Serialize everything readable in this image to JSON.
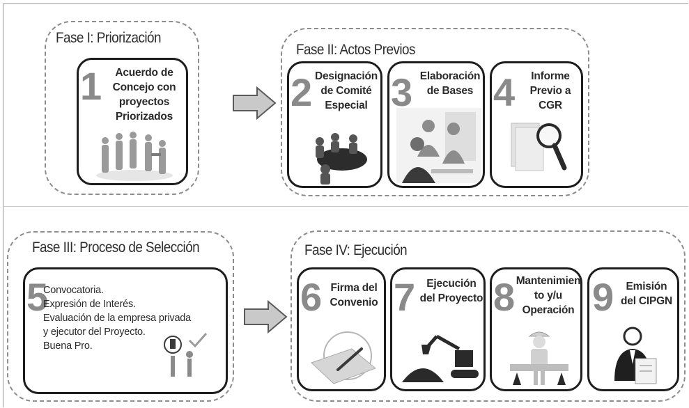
{
  "phases": [
    {
      "title": "Fase I: Priorización"
    },
    {
      "title": "Fase II: Actos Previos"
    },
    {
      "title": "Fase III: Proceso de Selección"
    },
    {
      "title": "Fase IV: Ejecución"
    }
  ],
  "steps": [
    {
      "number": "1",
      "lines": [
        "Acuerdo de",
        "Concejo  con",
        "proyectos",
        "Priorizados"
      ],
      "icon": "people-meeting-icon"
    },
    {
      "number": "2",
      "lines": [
        "Designación",
        "de Comité",
        "Especial"
      ],
      "icon": "committee-table-icon"
    },
    {
      "number": "3",
      "lines": [
        "Elaboración",
        "de Bases"
      ],
      "icon": "office-team-photo-icon"
    },
    {
      "number": "4",
      "lines": [
        "Informe",
        "Previo a",
        "CGR"
      ],
      "icon": "magnifier-document-icon"
    },
    {
      "number": "5",
      "lines": [
        "Convocatoria.",
        "Expresión de Interés.",
        "Evaluación de  la empresa privada",
        "y ejecutor del Proyecto.",
        "Buena Pro."
      ],
      "icon": "selection-checkmark-icon"
    },
    {
      "number": "6",
      "lines": [
        "Firma del",
        "Convenio"
      ],
      "icon": "signing-pen-icon"
    },
    {
      "number": "7",
      "lines": [
        "Ejecución",
        "del Proyecto"
      ],
      "icon": "excavator-icon"
    },
    {
      "number": "8",
      "lines": [
        "Mantenimien",
        "to y/u",
        "Operación"
      ],
      "icon": "construction-worker-icon"
    },
    {
      "number": "9",
      "lines": [
        "Emisión",
        "del CIPGN"
      ],
      "icon": "businessman-certificate-icon"
    }
  ]
}
